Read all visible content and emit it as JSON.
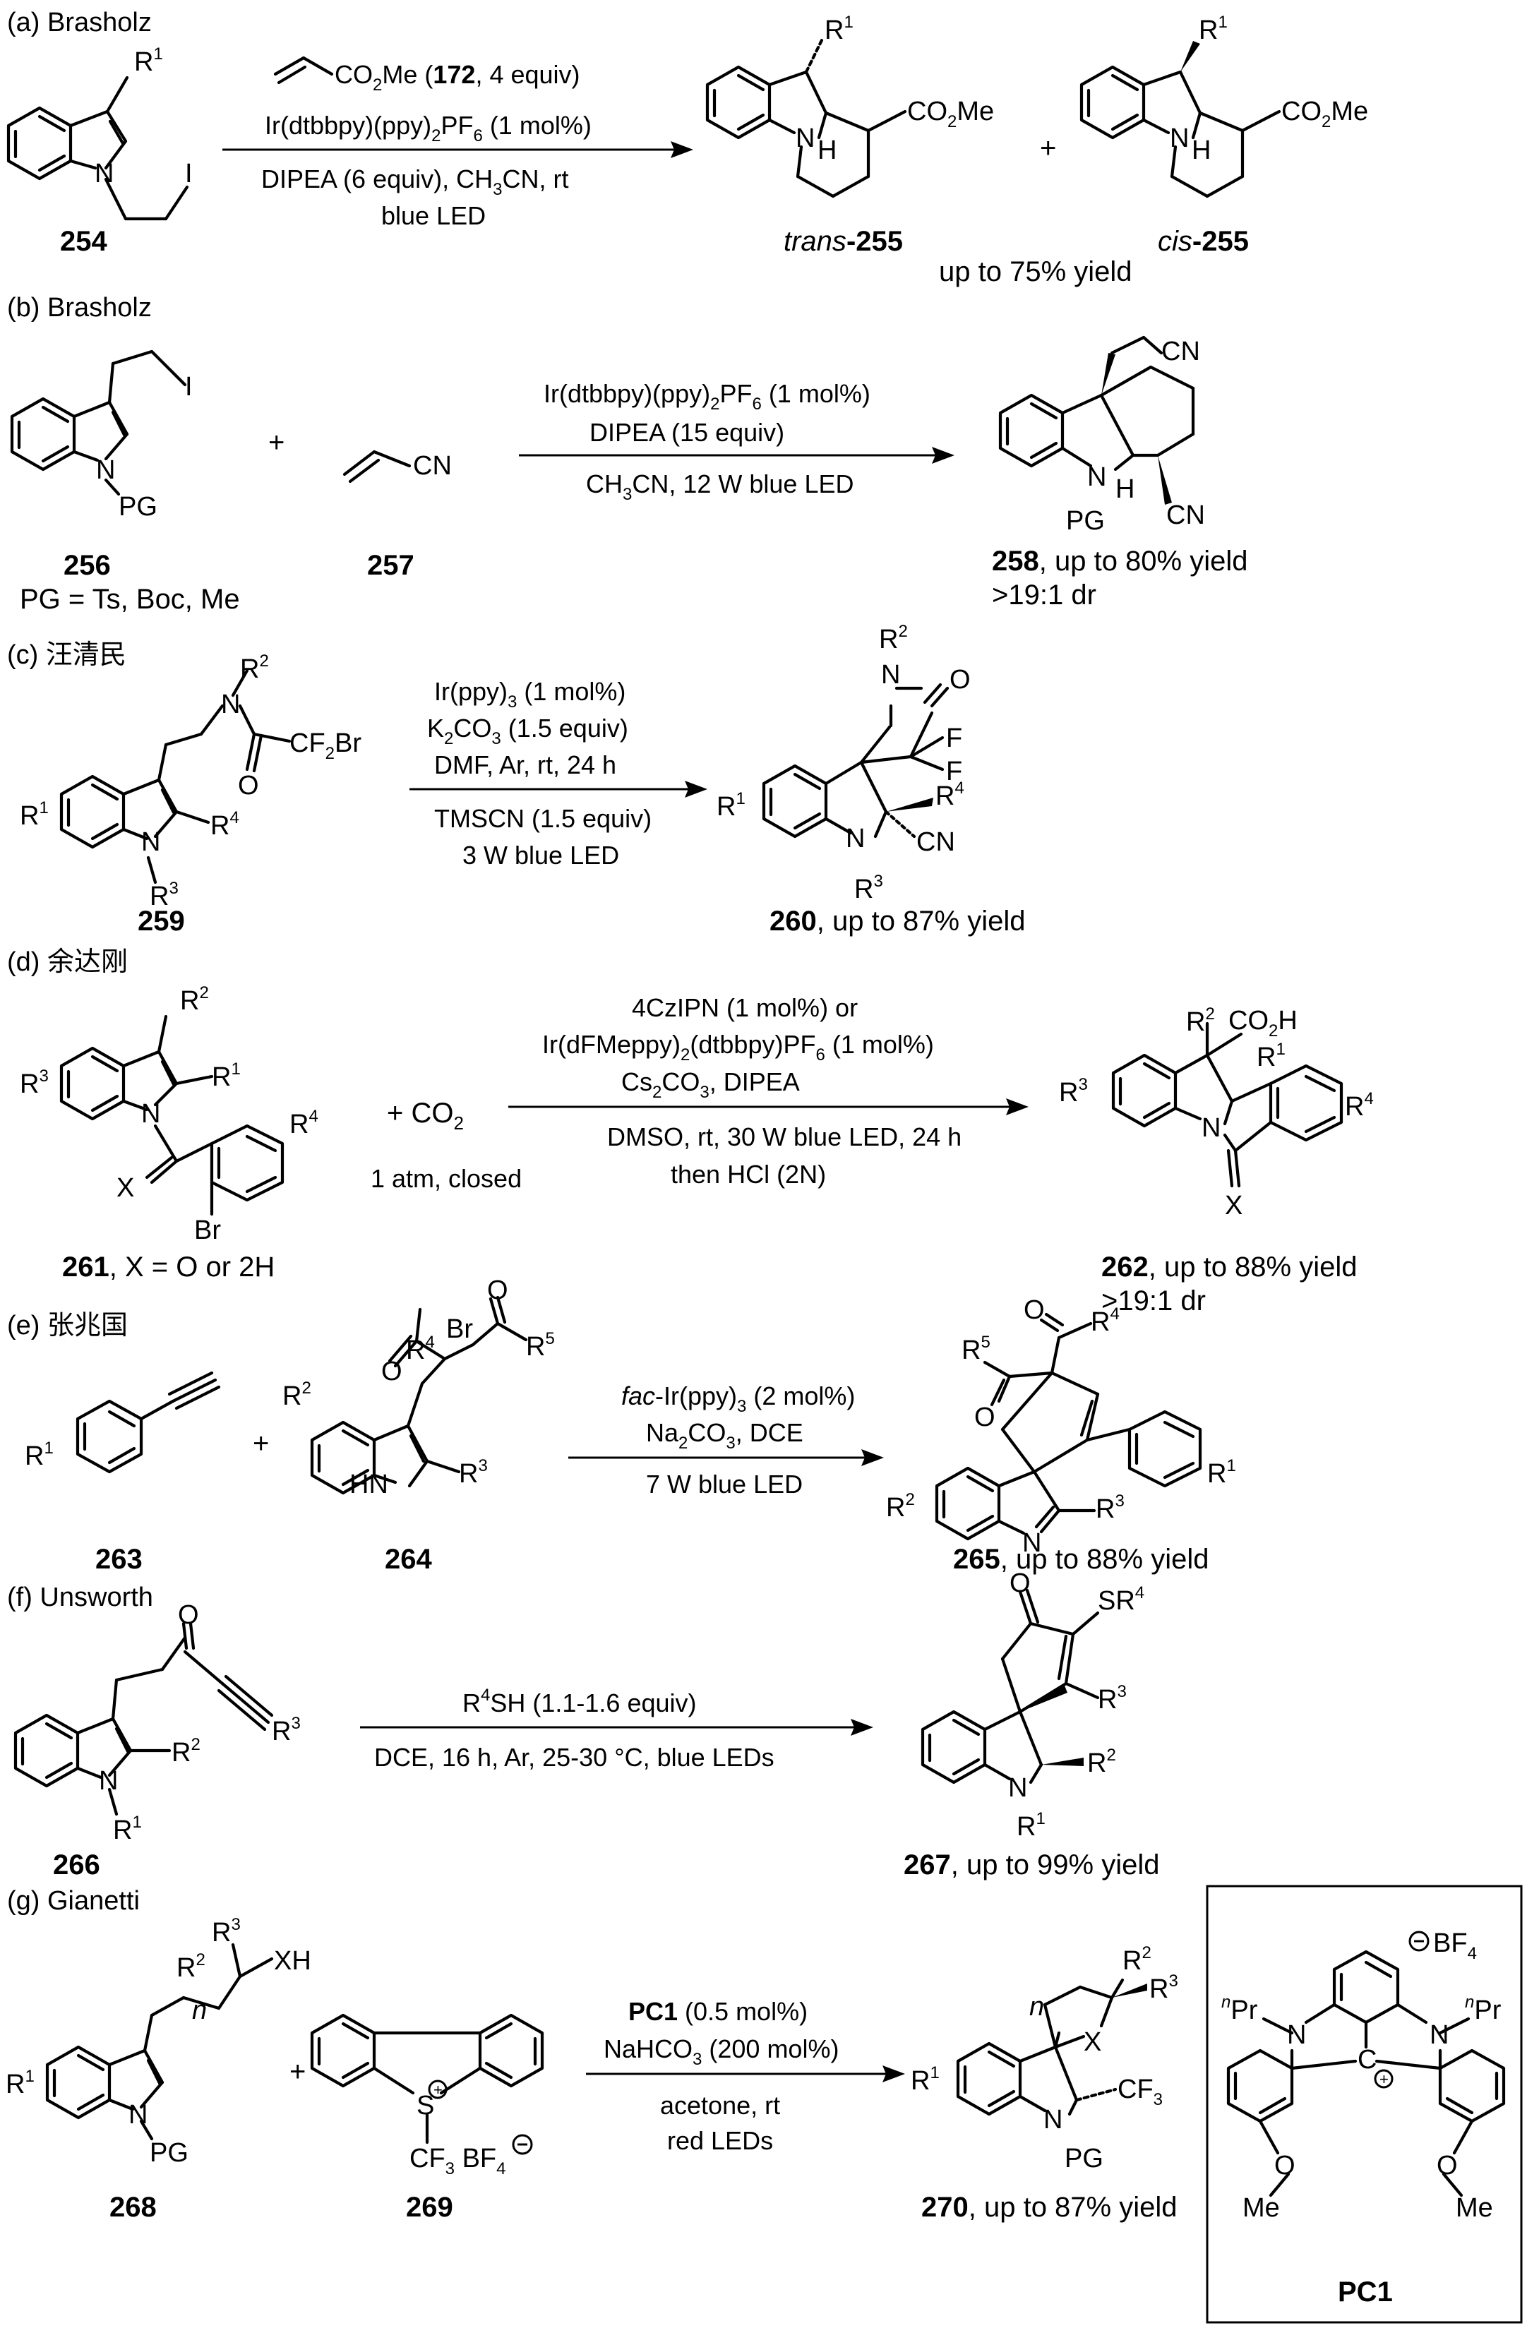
{
  "panels": {
    "a": {
      "label": "(a) Brasholz"
    },
    "b": {
      "label": "(b) Brasholz"
    },
    "c": {
      "label": "(c) 汪清民"
    },
    "d": {
      "label": "(d) 余达刚"
    },
    "e": {
      "label": "(e) 张兆国"
    },
    "f": {
      "label": "(f) Unsworth"
    },
    "g": {
      "label": "(g) Gianetti"
    }
  },
  "a": {
    "reagent_name": "CO",
    "reagent_sub": "2",
    "reagent_suffix": "Me (",
    "reagent_bold": "172",
    "reagent_equiv": ", 4 equiv)",
    "cond1_pre": "Ir(dtbbpy)(ppy)",
    "cond1_sub": "2",
    "cond1_mid": "PF",
    "cond1_sub2": "6",
    "cond1_post": " (1 mol%)",
    "cond2_pre": "DIPEA (6 equiv), CH",
    "cond2_sub": "3",
    "cond2_post": "CN, rt",
    "cond3": "blue LED",
    "sm_num": "254",
    "prod1_pre": "trans",
    "prod1_num": "-255",
    "prod2_pre": "cis",
    "prod2_num": "-255",
    "yield": "up to 75% yield",
    "plus": "+",
    "ester": "CO",
    "ester_sub": "2",
    "ester_post": "Me",
    "r": "R",
    "r_sup": "1",
    "n": "N",
    "h": "H",
    "i": "I"
  },
  "b": {
    "cond1_pre": "Ir(dtbbpy)(ppy)",
    "cond1_sub": "2",
    "cond1_mid": "PF",
    "cond1_sub2": "6",
    "cond1_post": " (1 mol%)",
    "cond2": "DIPEA (15 equiv)",
    "cond3_pre": "CH",
    "cond3_sub": "3",
    "cond3_post": "CN, 12 W blue LED",
    "sm_num": "256",
    "pg_note": "PG = Ts, Boc, Me",
    "reagent_num": "257",
    "prod_num": "258",
    "prod_yield": ", up to 80% yield",
    "prod_dr": ">19:1 dr",
    "plus": "+",
    "cn": "CN",
    "pg": "PG",
    "n": "N",
    "h": "H",
    "i": "I"
  },
  "c": {
    "cond1_pre": "Ir(ppy)",
    "cond1_sub": "3",
    "cond1_post": " (1 mol%)",
    "cond2_pre": "K",
    "cond2_sub": "2",
    "cond2_mid": "CO",
    "cond2_sub2": "3",
    "cond2_post": " (1.5 equiv)",
    "cond3": "DMF, Ar, rt, 24 h",
    "cond4": "TMSCN (1.5 equiv)",
    "cond5": "3 W blue LED",
    "sm_num": "259",
    "prod_num": "260",
    "prod_yield": ", up to 87% yield",
    "cf2br_pre": "CF",
    "cf2br_sub": "2",
    "cf2br_post": "Br",
    "o": "O",
    "f": "F",
    "cn": "CN",
    "n": "N",
    "r": "R",
    "sup1": "1",
    "sup2": "2",
    "sup3": "3",
    "sup4": "4"
  },
  "d": {
    "cond1": "4CzIPN (1 mol%) or",
    "cond2_pre": "Ir(dFMeppy)",
    "cond2_sub": "2",
    "cond2_post": "(dtbbpy)PF",
    "cond2_sub2": "6",
    "cond2_end": " (1 mol%)",
    "cond3_pre": "Cs",
    "cond3_sub": "2",
    "cond3_mid": "CO",
    "cond3_sub2": "3",
    "cond3_post": ", DIPEA",
    "cond4": "DMSO, rt, 30 W blue LED, 24 h",
    "cond5": "then HCl (2N)",
    "co2_pre": "+  CO",
    "co2_sub": "2",
    "co2_note": "1 atm, closed",
    "sm_num": "261",
    "sm_note": ", X = O or 2H",
    "prod_num": "262",
    "prod_yield": ", up to 88% yield",
    "prod_dr": ">19:1 dr",
    "co2h_pre": "CO",
    "co2h_sub": "2",
    "co2h_post": "H",
    "br": "Br",
    "x": "X",
    "n": "N",
    "r": "R",
    "sup1": "1",
    "sup2": "2",
    "sup3": "3",
    "sup4": "4"
  },
  "e": {
    "cond1_it": "fac",
    "cond1_pre": "-Ir(ppy)",
    "cond1_sub": "3",
    "cond1_post": " (2 mol%)",
    "cond2_pre": "Na",
    "cond2_sub": "2",
    "cond2_mid": "CO",
    "cond2_sub2": "3",
    "cond2_post": ", DCE",
    "cond3": "7 W blue LED",
    "sm1_num": "263",
    "sm2_num": "264",
    "prod_num": "265",
    "prod_yield": ", up to 88% yield",
    "plus": "+",
    "br": "Br",
    "o": "O",
    "hn": "HN",
    "n": "N",
    "r": "R",
    "sup1": "1",
    "sup2": "2",
    "sup3": "3",
    "sup4": "4",
    "sup5": "5"
  },
  "f": {
    "cond1_pre": "R",
    "cond1_sup": "4",
    "cond1_post": "SH (1.1-1.6 equiv)",
    "cond2": "DCE, 16 h, Ar, 25-30 °C, blue LEDs",
    "sm_num": "266",
    "prod_num": "267",
    "prod_yield": ", up to 99% yield",
    "sr4": "SR",
    "o": "O",
    "n": "N",
    "r": "R",
    "sup1": "1",
    "sup2": "2",
    "sup3": "3",
    "sup4": "4"
  },
  "g": {
    "cond1_bold": "PC1",
    "cond1_post": " (0.5 mol%)",
    "cond2_pre": "NaHCO",
    "cond2_sub": "3",
    "cond2_post": " (200 mol%)",
    "cond3": "acetone, rt",
    "cond4": "red LEDs",
    "sm1_num": "268",
    "sm2_num": "269",
    "prod_num": "270",
    "prod_yield": ", up to 87% yield",
    "pc1_name": "PC1",
    "plus": "+",
    "xh": "XH",
    "x": "X",
    "s": "S",
    "cf3_pre": "CF",
    "cf3_sub": "3",
    "bf4_pre": "BF",
    "bf4_sub": "4",
    "pg": "PG",
    "n": "N",
    "nlabel": "n",
    "pr": "Pr",
    "me": "Me",
    "o": "O",
    "c": "C",
    "r": "R",
    "sup1": "1",
    "sup2": "2",
    "sup3": "3"
  }
}
